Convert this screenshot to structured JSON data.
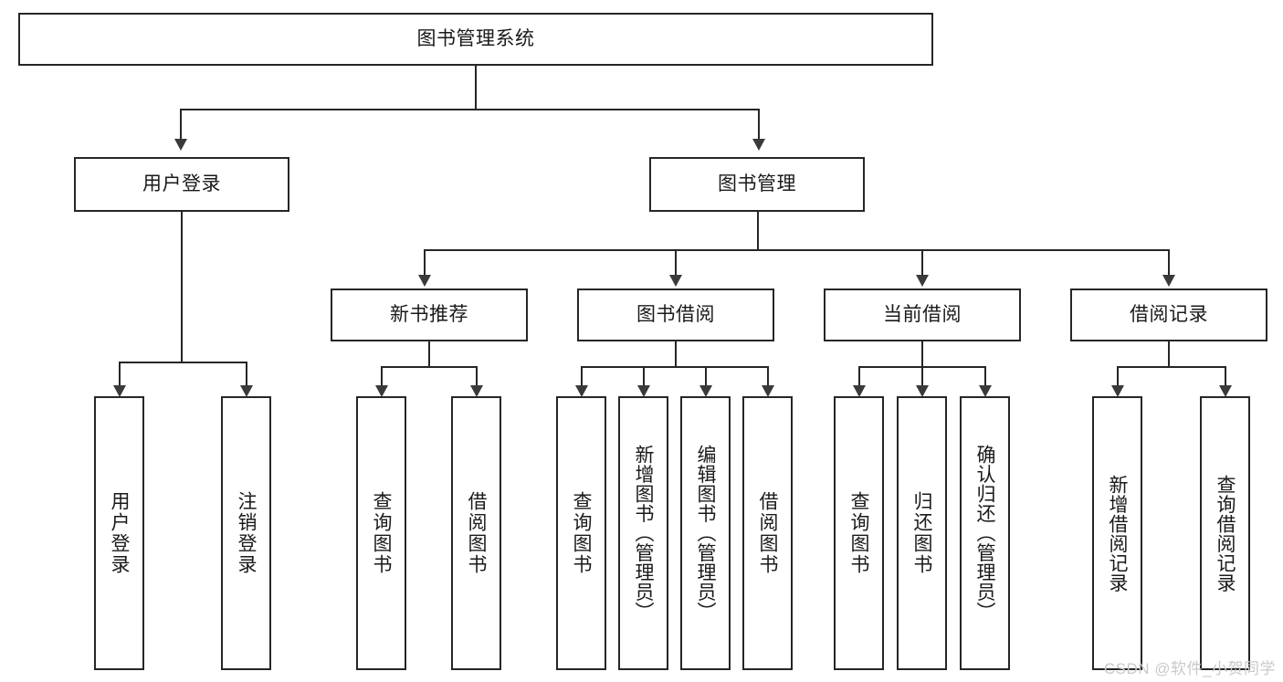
{
  "diagram": {
    "type": "tree-hierarchy",
    "title": "图书管理系统",
    "root": {
      "label": "图书管理系统"
    },
    "level2": [
      {
        "label": "用户登录"
      },
      {
        "label": "图书管理"
      }
    ],
    "level3": [
      {
        "label": "新书推荐"
      },
      {
        "label": "图书借阅"
      },
      {
        "label": "当前借阅"
      },
      {
        "label": "借阅记录"
      }
    ],
    "leaves": {
      "user_login": [
        {
          "label": "用户登录"
        },
        {
          "label": "注销登录"
        }
      ],
      "new_book_recommend": [
        {
          "label": "查询图书"
        },
        {
          "label": "借阅图书"
        }
      ],
      "book_borrow": [
        {
          "label": "查询图书"
        },
        {
          "label": "新增图书（管理员）"
        },
        {
          "label": "编辑图书（管理员）"
        },
        {
          "label": "借阅图书"
        }
      ],
      "current_borrow": [
        {
          "label": "查询图书"
        },
        {
          "label": "归还图书"
        },
        {
          "label": "确认归还（管理员）"
        }
      ],
      "borrow_record": [
        {
          "label": "新增借阅记录"
        },
        {
          "label": "查询借阅记录"
        }
      ]
    }
  },
  "watermark": {
    "text": "CSDN @软件_小贺同学"
  },
  "colors": {
    "stroke": "#262626",
    "fill": "#ffffff",
    "text": "#1a1a1a",
    "watermark": "#c9c9c9"
  }
}
